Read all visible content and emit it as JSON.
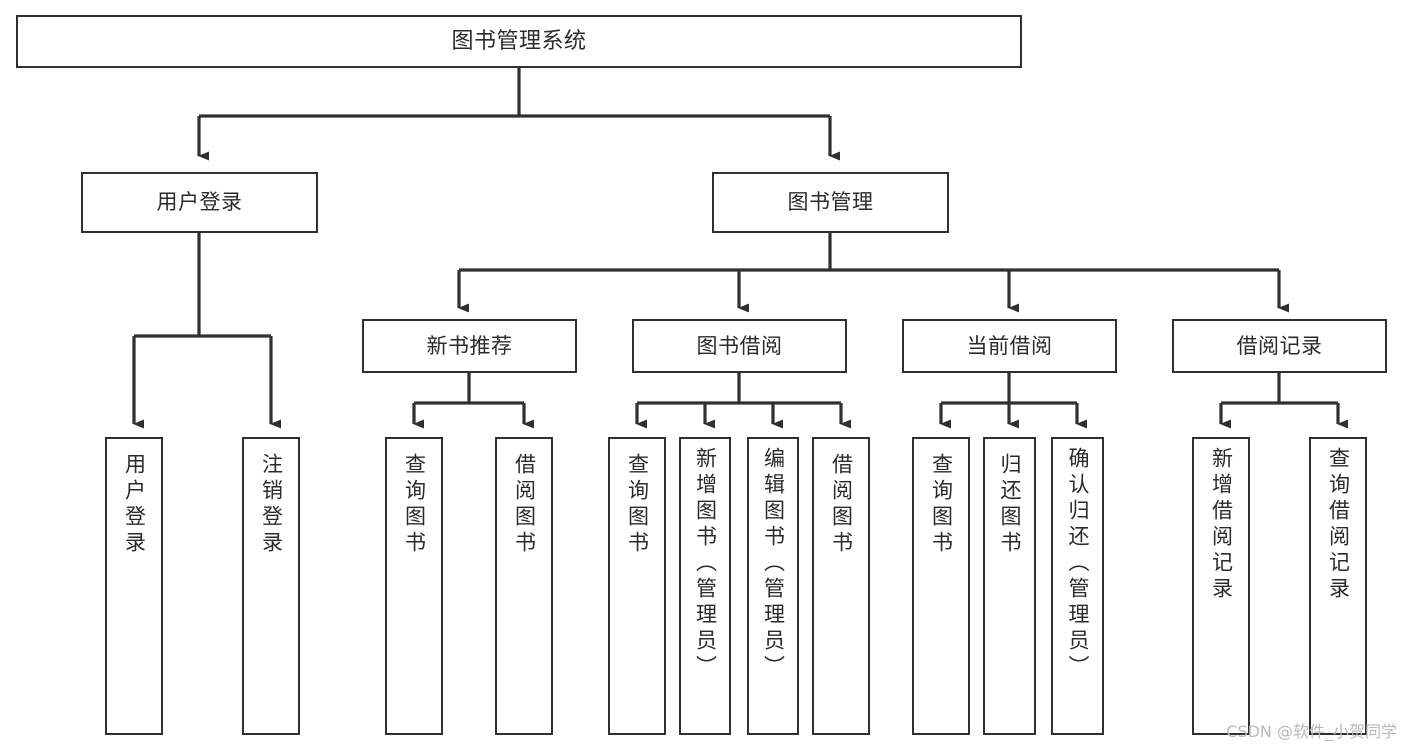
{
  "diagram": {
    "title": "图书管理系统",
    "type": "tree-hierarchy-chart",
    "stroke_color": "#31302f",
    "text_color": "#2b2b2b",
    "background_color": "#ffffff",
    "nodes": {
      "root": {
        "label": "图书管理系统"
      },
      "level2": [
        {
          "id": "user-login",
          "label": "用户登录"
        },
        {
          "id": "book-manage",
          "label": "图书管理"
        }
      ],
      "level3": [
        {
          "id": "new-book-recommend",
          "label": "新书推荐"
        },
        {
          "id": "book-borrow",
          "label": "图书借阅"
        },
        {
          "id": "current-borrow",
          "label": "当前借阅"
        },
        {
          "id": "borrow-record",
          "label": "借阅记录"
        }
      ],
      "leaves": {
        "user_login": [
          {
            "id": "leaf-user-login",
            "label": "用户登录"
          },
          {
            "id": "leaf-logout",
            "label": "注销登录"
          }
        ],
        "new_book_recommend": [
          {
            "id": "leaf-query-book-1",
            "label": "查询图书"
          },
          {
            "id": "leaf-borrow-book-1",
            "label": "借阅图书"
          }
        ],
        "book_borrow": [
          {
            "id": "leaf-query-book-2",
            "label": "查询图书"
          },
          {
            "id": "leaf-add-book",
            "label": "新增图书（管理员）"
          },
          {
            "id": "leaf-edit-book",
            "label": "编辑图书（管理员）"
          },
          {
            "id": "leaf-borrow-book-2",
            "label": "借阅图书"
          }
        ],
        "current_borrow": [
          {
            "id": "leaf-query-book-3",
            "label": "查询图书"
          },
          {
            "id": "leaf-return-book",
            "label": "归还图书"
          },
          {
            "id": "leaf-confirm-return",
            "label": "确认归还（管理员）"
          }
        ],
        "borrow_record": [
          {
            "id": "leaf-add-record",
            "label": "新增借阅记录"
          },
          {
            "id": "leaf-query-record",
            "label": "查询借阅记录"
          }
        ]
      }
    }
  },
  "watermark": {
    "text": "CSDN @软件_小贺同学"
  }
}
